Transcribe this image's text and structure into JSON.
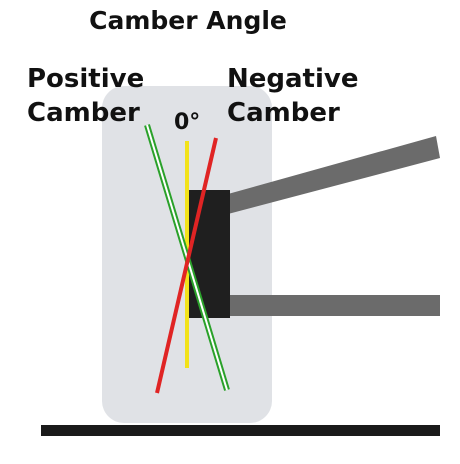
{
  "labels": {
    "title": "Camber Angle",
    "positive_line1": "Positive",
    "positive_line2": "Camber",
    "negative_line1": "Negative",
    "negative_line2": "Camber",
    "zero": "0°"
  },
  "colors": {
    "tire": "#e0e2e6",
    "hub": "#1f1f1f",
    "arm": "#6b6b6b",
    "ground": "#1a1a1a",
    "positive_line": "#2aa12a",
    "negative_line": "#e02424",
    "zero_line": "#f2e21a"
  }
}
